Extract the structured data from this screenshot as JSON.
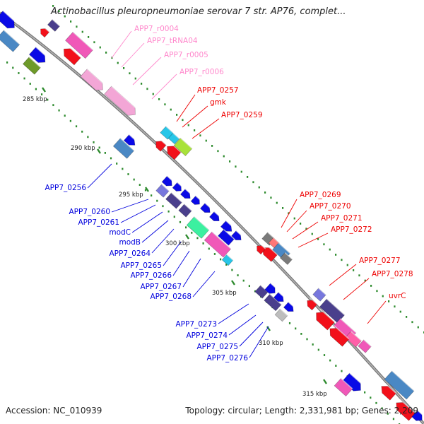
{
  "title": "Actinobacillus pleuropneumoniae serovar 7 str. AP76, complet...",
  "footer": {
    "accession": "Accession: NC_010939",
    "summary": "Topology: circular; Length: 2,331,981 bp; Genes: 2,209"
  },
  "colors": {
    "backbone": "#8c8c8c",
    "tick": "#2e8b2e",
    "label_pink": "#ff88cc",
    "label_red": "#ee0000",
    "label_blue": "#0000dd"
  },
  "kbp_labels": [
    "285 kbp",
    "290 kbp",
    "295 kbp",
    "300 kbp",
    "305 kbp",
    "310 kbp",
    "315 kbp"
  ],
  "gene_labels": {
    "pink": [
      "APP7_r0004",
      "APP7_tRNA04",
      "APP7_r0005",
      "APP7_r0006"
    ],
    "red": [
      "APP7_0257",
      "gmk",
      "APP7_0259",
      "APP7_0269",
      "APP7_0270",
      "APP7_0271",
      "APP7_0272",
      "APP7_0277",
      "APP7_0278",
      "uvrC"
    ],
    "blue": [
      "APP7_0256",
      "APP7_0260",
      "APP7_0261",
      "modC",
      "modB",
      "APP7_0264",
      "APP7_0265",
      "APP7_0266",
      "APP7_0267",
      "APP7_0268",
      "APP7_0273",
      "APP7_0274",
      "APP7_0275",
      "APP7_0276"
    ]
  }
}
